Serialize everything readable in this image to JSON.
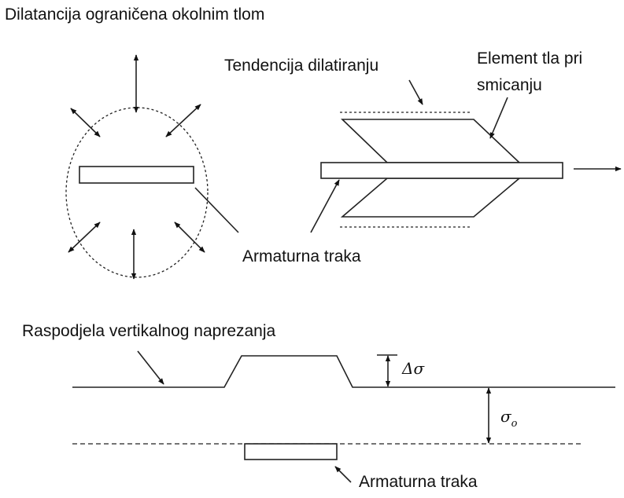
{
  "labels": {
    "dilatancy_confined": "Dilatancija ograničena okolnim tlom",
    "dilation_tendency": "Tendencija dilatiranju",
    "soil_element_line1": "Element tla pri",
    "soil_element_line2": "smicanju",
    "strip_top": "Armaturna traka",
    "vertical_stress": "Raspodjela vertikalnog naprezanja",
    "strip_bottom": "Armaturna traka"
  },
  "symbols": {
    "delta_sigma": "Δσ",
    "sigma": "σ",
    "sigma_sub": "o"
  }
}
